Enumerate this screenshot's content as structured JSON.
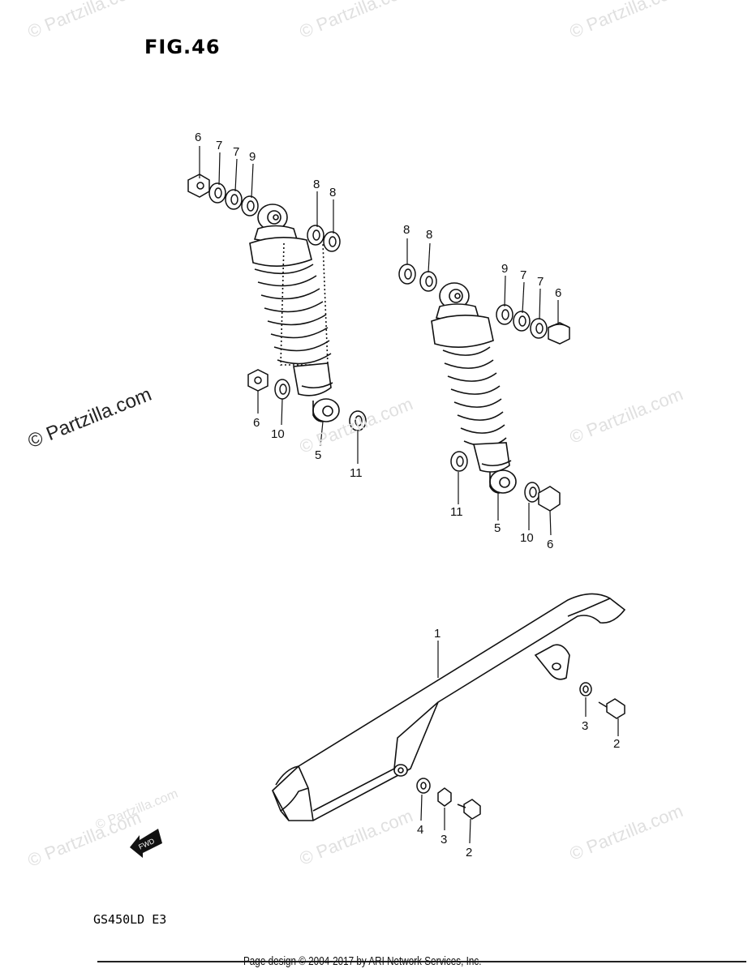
{
  "figure": {
    "title": "FIG.46",
    "model": "GS450LD E3"
  },
  "watermarks": {
    "main": "© Partzilla.com",
    "faint": [
      "© Partzilla.com",
      "© Partzilla.com",
      "© Partzilla.com",
      "© Partzilla.com",
      "© Partzilla.com",
      "© Partzilla.com",
      "© Partzilla.com",
      "© Partzilla.com",
      "© Partzilla.com"
    ]
  },
  "arrow_label": "FWD",
  "footer": "Page design © 2004-2017 by ARI Network Services, Inc.",
  "callouts": [
    "6",
    "7",
    "7",
    "9",
    "8",
    "8",
    "6",
    "10",
    "5",
    "11",
    "8",
    "8",
    "9",
    "7",
    "7",
    "6",
    "11",
    "5",
    "10",
    "6",
    "1",
    "3",
    "2",
    "4",
    "3",
    "2"
  ]
}
